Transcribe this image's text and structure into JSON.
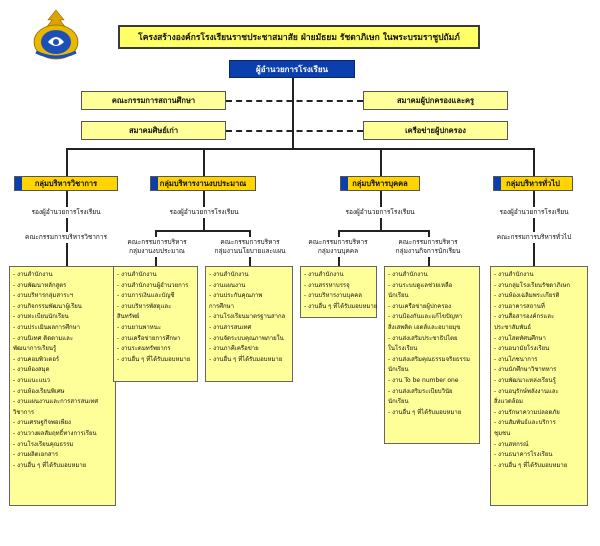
{
  "title": "โครงสร้างองค์กรโรงเรียนราชประชาสมาสัย ฝ่ายมัธยม รัชดาภิเษก ในพระบรมราชูปถัมภ์",
  "director": "ผู้อำนวยการโรงเรียน",
  "side_left": [
    "คณะกรรมการสถานศึกษา",
    "สมาคมศิษย์เก่า"
  ],
  "side_right": [
    "สมาคมผู้ปกครองและครู",
    "เครือข่ายผู้ปกครอง"
  ],
  "colors": {
    "accent_blue": "#0b3fae",
    "heading_gold": "#ffd400",
    "box_yellow": "#ffff99",
    "title_yellow": "#ffff66"
  },
  "icons": {
    "logo": "school-emblem"
  },
  "groups": [
    {
      "name": "กลุ่มบริหารวิชาการ",
      "deputy": "รองผู้อำนวยการโรงเรียน",
      "committee": "คณะกรรมการบริหารวิชาการ",
      "subs": [
        {
          "title": "",
          "items": [
            "- งานสำนักงาน",
            "- งานพัฒนาหลักสูตร",
            "- งานบริหารกลุ่มสาระฯ",
            "- งานกิจกรรมพัฒนาผู้เรียน",
            "- งานทะเบียนนักเรียน",
            "- งานประเมินผลการศึกษา",
            "- งานนิเทศ ติดตามและ",
            "  พัฒนาการเรียนรู้",
            "- งานคอมพิวเตอร์",
            "- งานห้องสมุด",
            "- งานแนะแนว",
            "- งานห้องเรียนพิเศษ",
            "- งานแผนงานและการสารสนเทศ",
            "  วิชาการ",
            "- งานเศรษฐกิจพอเพียง",
            "- งานวางผลสัมฤทธิ์ทางการเรียน",
            "- งานโรงเรียนคุณธรรม",
            "- งานผลิตเอกสาร",
            "- งานอื่น ๆ ที่ได้รับมอบหมาย"
          ]
        }
      ]
    },
    {
      "name": "กลุ่มบริหารงานงบประมาณ",
      "deputy": "รองผู้อำนวยการโรงเรียน",
      "committee": "",
      "subs": [
        {
          "title": "คณะกรรมการบริหาร\nกลุ่มงานงบประมาณ",
          "items": [
            "- งานสำนักงาน",
            "- งานสำนักงานผู้อำนวยการ",
            "- งานการเงินและบัญชี",
            "- งานบริหารพัสดุและ",
            "  สินทรัพย์",
            "- งานยานพาหนะ",
            "- งานเครือข่ายการศึกษา",
            "- งานระดมทรัพยากร",
            "- งานอื่น ๆ ที่ได้รับมอบหมาย"
          ]
        },
        {
          "title": "คณะกรรมการบริหาร\nกลุ่มงานนโยบายและแผน",
          "items": [
            "- งานสำนักงาน",
            "- งานแผนงาน",
            "- งานประกันคุณภาพ",
            "  การศึกษา",
            "- งานโรงเรียนมาตรฐานสากล",
            "- งานสารสนเทศ",
            "- งานจัดระบบคุณภาพภายใน",
            "- งานภาคีเครือข่าย",
            "- งานอื่น ๆ ที่ได้รับมอบหมาย"
          ]
        }
      ]
    },
    {
      "name": "กลุ่มบริหารบุคคล",
      "deputy": "รองผู้อำนวยการโรงเรียน",
      "committee": "",
      "subs": [
        {
          "title": "คณะกรรมการบริหาร\nกลุ่มงานบุคคล",
          "items": [
            "- งานสำนักงาน",
            "- งานสรรหาบรรจุ",
            "- งานบริหารงานบุคคล",
            "- งานอื่น ๆ ที่ได้รับมอบหมาย"
          ]
        },
        {
          "title": "คณะกรรมการบริหาร\nกลุ่มงานกิจการนักเรียน",
          "items": [
            "- งานสำนักงาน",
            "- งานระบบดูแลช่วยเหลือ",
            "  นักเรียน",
            "- งานเครือข่ายผู้ปกครอง",
            "- งานป้องกันและแก้ไขปัญหา",
            "  สิ่งเสพติด เอดส์และอบายมุข",
            "- งานส่งเสริมประชาธิปไตย",
            "  ในโรงเรียน",
            "- งานส่งเสริมคุณธรรมจริยธรรม",
            "  นักเรียน",
            "- งาน To be number one",
            "- งานส่งเสริมระเบียบวินัย",
            "  นักเรียน",
            "- งานอื่น ๆ ที่ได้รับมอบหมาย"
          ]
        }
      ]
    },
    {
      "name": "กลุ่มบริหารทั่วไป",
      "deputy": "รองผู้อำนวยการโรงเรียน",
      "committee": "คณะกรรมการบริหารทั่วไป",
      "subs": [
        {
          "title": "",
          "items": [
            "- งานสำนักงาน",
            "- งานกลุ่มโรงเรียนรัชดาภิเษก",
            "- งานห้องเฉลิมพระเกียรติ",
            "- งานอาคารสถานที่",
            "- งานสื่อสารองค์กรและ",
            "  ประชาสัมพันธ์",
            "- งานโสตทัศนศึกษา",
            "- งานอนามัยโรงเรียน",
            "- งานโภชนาการ",
            "- งานนักศึกษาวิชาทหาร",
            "- งานพัฒนาแหล่งเรียนรู้",
            "- งานอนุรักษ์พลังงานและ",
            "  สิ่งแวดล้อม",
            "- งานรักษาความปลอดภัย",
            "- งานสัมพันธ์และบริการ",
            "  ชุมชน",
            "- งานสหกรณ์",
            "- งานธนาคารโรงเรียน",
            "- งานอื่น ๆ ที่ได้รับมอบหมาย"
          ]
        }
      ]
    }
  ]
}
